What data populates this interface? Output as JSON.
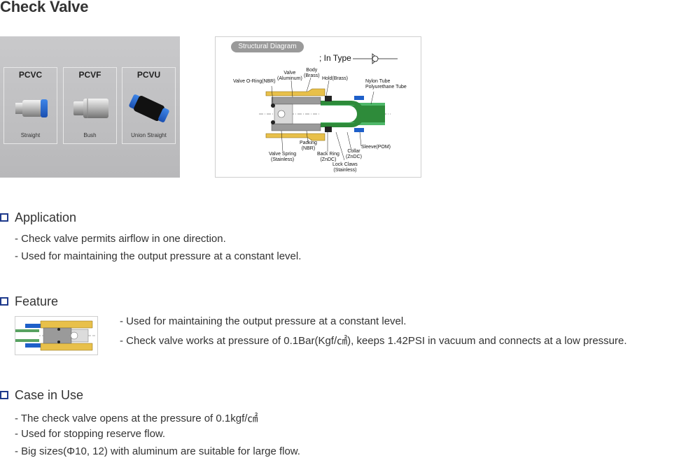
{
  "page": {
    "title": "Check Valve"
  },
  "products": [
    {
      "code": "PCVC",
      "name": "Straight"
    },
    {
      "code": "PCVF",
      "name": "Bush"
    },
    {
      "code": "PCVU",
      "name": "Union Straight"
    }
  ],
  "diagram": {
    "title": "Structural Diagram",
    "in_type": "; In Type",
    "labels": {
      "valve_oring": "Valve O-Ring(NBR)",
      "valve": "Valve\n(Aluminum)",
      "body": "Body\n(Brass)",
      "hold": "Hold(Brass)",
      "nylon_tube": "Nylon Tube\nPolyurethane Tube",
      "sleeve": "Sleeve(POM)",
      "valve_spring": "Valve Spring\n(Stainless)",
      "packing": "Packing\n(NBR)",
      "back_ring": "Back Ring\n(ZnDC)",
      "collar": "Collar\n(ZnDC)",
      "lock_claws": "Lock Claws\n(Stainless)"
    }
  },
  "colors": {
    "accent": "#1f3a8c",
    "brass": "#e8c04a",
    "tube_green": "#2e8b3a",
    "tube_blue": "#1e5fc9"
  },
  "sections": {
    "application": {
      "title": "Application",
      "lines": [
        "- Check valve permits airflow in one direction.",
        "- Used for maintaining the output pressure at a constant level."
      ]
    },
    "feature": {
      "title": "Feature",
      "lines": [
        "- Used for maintaining the output pressure at a constant level.",
        "- Check valve works at pressure of 0.1Bar(Kgf/㎠), keeps 1.42PSI in vacuum and connects at a low pressure."
      ]
    },
    "case_in_use": {
      "title": "Case in Use",
      "lines": [
        "- The check valve opens at the pressure of 0.1kgf/㎠",
        "- Used for stopping reserve flow.",
        "- Big sizes(Φ10, 12) with aluminum are suitable for large flow."
      ]
    }
  }
}
